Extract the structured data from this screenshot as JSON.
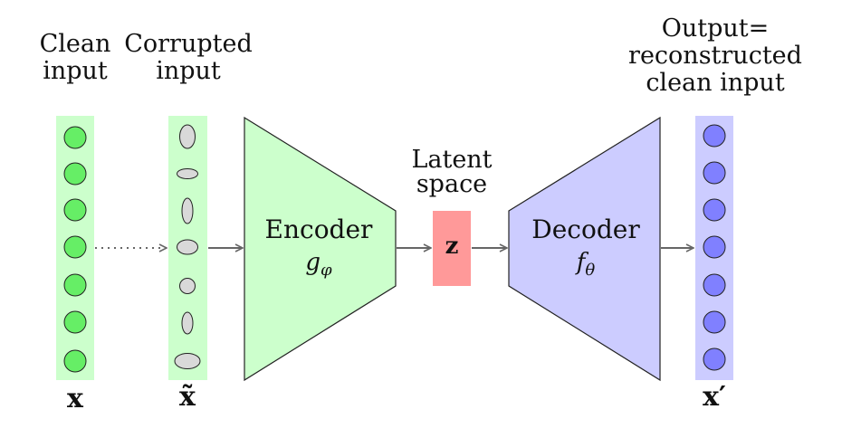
{
  "labels": {
    "clean_input": "Clean input",
    "corrupted_input": "Corrupted input",
    "latent_space": "Latent space",
    "output": "Output= reconstructed clean input"
  },
  "encoder": {
    "name": "Encoder",
    "func": "g",
    "sub": "φ"
  },
  "decoder": {
    "name": "Decoder",
    "func": "f",
    "sub": "θ"
  },
  "latent_symbol": "z",
  "vectors": {
    "clean": "x",
    "corrupted": "x̃",
    "output": "x′"
  },
  "colors": {
    "green_fill": "#ccffcc",
    "green_node": "#66ee66",
    "blue_fill": "#ccccff",
    "blue_node": "#8080ff",
    "gray_node": "#d9d9d9",
    "latent_fill": "#ff9999",
    "arrow": "#666666"
  },
  "node_count": 7
}
